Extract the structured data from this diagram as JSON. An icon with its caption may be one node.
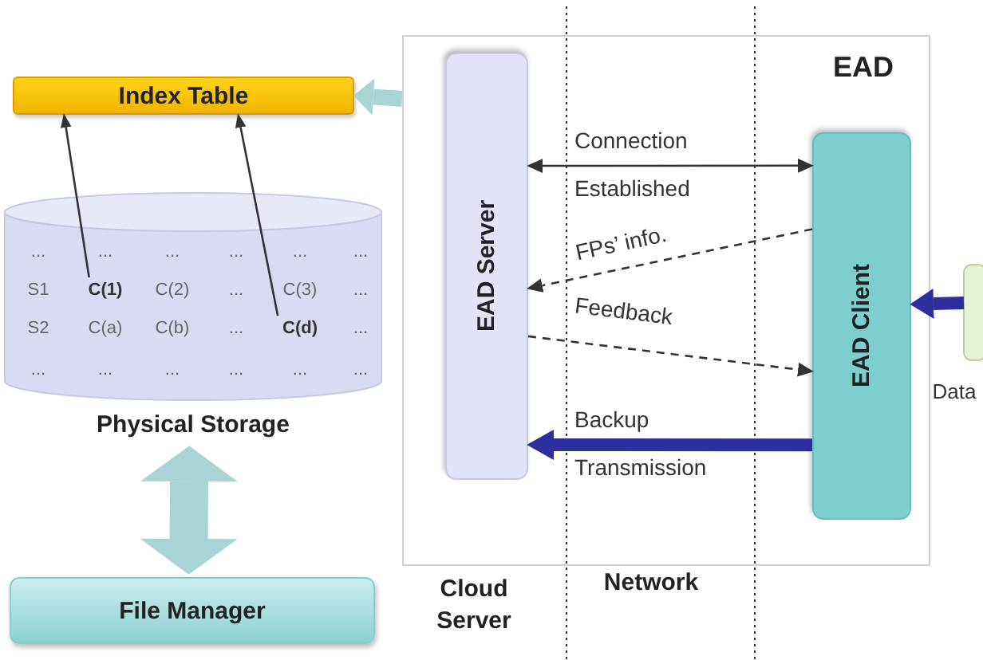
{
  "diagram": {
    "nodes": [
      {
        "text": [
          "Index Table"
        ]
      },
      {
        "text": [
          "Physical Storage"
        ]
      },
      {
        "text": [
          "C(1)"
        ],
        "in": 1
      },
      {
        "text": [
          "C(d)"
        ],
        "in": 1
      },
      {
        "text": [
          "File Manager"
        ]
      },
      {
        "text": [
          "EAD"
        ]
      },
      {
        "text": [
          "EAD Server"
        ],
        "in": 5
      },
      {
        "text": [
          "EAD Client"
        ],
        "in": 5
      },
      {
        "text": [
          "Data"
        ]
      }
    ],
    "edges": [
      {
        "from": 2,
        "to": 0,
        "arrow": "to"
      },
      {
        "from": 3,
        "to": 0,
        "arrow": "to"
      },
      {
        "from": 5,
        "to": 0,
        "arrow": "to",
        "style": "thick",
        "color": "#a9d4d4"
      },
      {
        "from": 1,
        "to": 4,
        "arrow": "both",
        "style": "thick",
        "color": "#a9d4d4"
      },
      {
        "from": 6,
        "to": 7,
        "arrow": "both",
        "label": "Connection Established"
      },
      {
        "from": 7,
        "to": 6,
        "arrow": "to",
        "label": "FPs’ info.",
        "style": "dashed"
      },
      {
        "from": 6,
        "to": 7,
        "arrow": "to",
        "label": "Feedback",
        "style": "dashed"
      },
      {
        "from": 7,
        "to": 6,
        "arrow": "to",
        "label": "Backup Transmission",
        "style": "thick",
        "color": "#2e2e9e"
      },
      {
        "from": 8,
        "to": 7,
        "arrow": "to",
        "style": "thick",
        "color": "#2e2e9e"
      }
    ],
    "labels": [
      "...",
      "...",
      "...",
      "...",
      "...",
      "...",
      "S1",
      "C(2)",
      "...",
      "C(3)",
      "...",
      "S2",
      "C(a)",
      "C(b)",
      "...",
      "...",
      "...",
      "...",
      "...",
      "...",
      "...",
      "...",
      "Cloud Server",
      "Network"
    ]
  }
}
